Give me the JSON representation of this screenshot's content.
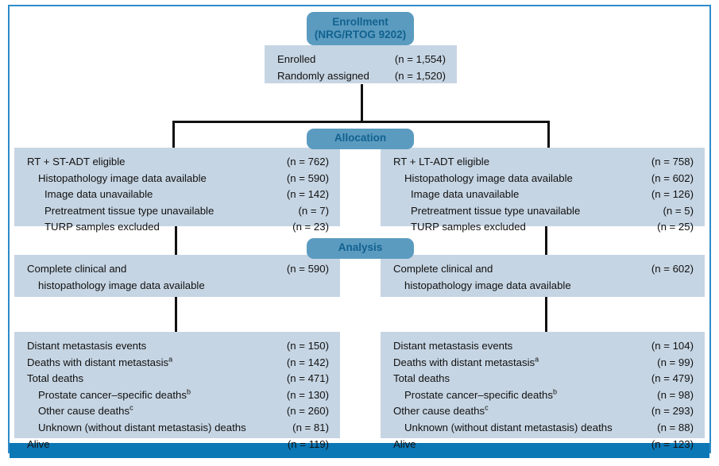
{
  "figure": {
    "type": "consort-flow-diagram",
    "accent_color": "#2E8BC8",
    "bar_color": "#0C77B5",
    "pill_color": "#5B9BC0",
    "pill_text_color": "#12628F",
    "box_color": "#C6D5E3"
  },
  "stages": {
    "enrollment": {
      "line1": "Enrollment",
      "line2": "(NRG/RTOG 9202)"
    },
    "allocation": {
      "line1": "Allocation"
    },
    "analysis": {
      "line1": "Analysis"
    }
  },
  "enrollment_box": {
    "rows": [
      {
        "label": "Enrolled",
        "value": "(n = 1,554)"
      },
      {
        "label": "Randomly assigned",
        "value": "(n = 1,520)"
      }
    ]
  },
  "allocation_left": {
    "rows": [
      {
        "label": "RT + ST-ADT eligible",
        "value": "(n = 762)",
        "indent": 0
      },
      {
        "label": "Histopathology image data available",
        "value": "(n = 590)",
        "indent": 1
      },
      {
        "label": "Image data unavailable",
        "value": "(n = 142)",
        "indent": 2
      },
      {
        "label": "Pretreatment tissue type unavailable",
        "value": "(n = 7)",
        "indent": 2
      },
      {
        "label": "TURP samples excluded",
        "value": "(n = 23)",
        "indent": 2
      }
    ]
  },
  "allocation_right": {
    "rows": [
      {
        "label": "RT + LT-ADT eligible",
        "value": "(n = 758)",
        "indent": 0
      },
      {
        "label": "Histopathology image data available",
        "value": "(n = 602)",
        "indent": 1
      },
      {
        "label": "Image data unavailable",
        "value": "(n = 126)",
        "indent": 2
      },
      {
        "label": "Pretreatment tissue type unavailable",
        "value": "(n = 5)",
        "indent": 2
      },
      {
        "label": "TURP samples excluded",
        "value": "(n = 25)",
        "indent": 2
      }
    ]
  },
  "analysis_left": {
    "line1": "Complete clinical and",
    "line2": "histopathology image data available",
    "value": "(n = 590)"
  },
  "analysis_right": {
    "line1": "Complete clinical and",
    "line2": "histopathology image data available",
    "value": "(n = 602)"
  },
  "outcomes_left": {
    "rows": [
      {
        "label": "Distant metastasis events",
        "sup": "",
        "value": "(n = 150)",
        "indent": 0
      },
      {
        "label": "Deaths with distant metastasis",
        "sup": "a",
        "value": "(n = 142)",
        "indent": 0
      },
      {
        "label": "Total deaths",
        "sup": "",
        "value": "(n = 471)",
        "indent": 0
      },
      {
        "label": "Prostate cancer–specific deaths",
        "sup": "b",
        "value": "(n = 130)",
        "indent": 1
      },
      {
        "label": "Other cause deaths",
        "sup": "c",
        "value": "(n = 260)",
        "indent": 1
      },
      {
        "label": "Unknown (without distant metastasis) deaths",
        "sup": "",
        "value": "(n = 81)",
        "indent": 1
      },
      {
        "label": "Alive",
        "sup": "",
        "value": "(n = 119)",
        "indent": 0
      }
    ]
  },
  "outcomes_right": {
    "rows": [
      {
        "label": "Distant metastasis events",
        "sup": "",
        "value": "(n = 104)",
        "indent": 0
      },
      {
        "label": "Deaths with distant metastasis",
        "sup": "a",
        "value": "(n = 99)",
        "indent": 0
      },
      {
        "label": "Total deaths",
        "sup": "",
        "value": "(n = 479)",
        "indent": 0
      },
      {
        "label": "Prostate cancer–specific deaths",
        "sup": "b",
        "value": "(n = 98)",
        "indent": 1
      },
      {
        "label": "Other cause deaths",
        "sup": "c",
        "value": "(n = 293)",
        "indent": 0
      },
      {
        "label": "Unknown (without distant metastasis) deaths",
        "sup": "",
        "value": "(n = 88)",
        "indent": 1
      },
      {
        "label": "Alive",
        "sup": "",
        "value": "(n = 123)",
        "indent": 0
      }
    ]
  }
}
